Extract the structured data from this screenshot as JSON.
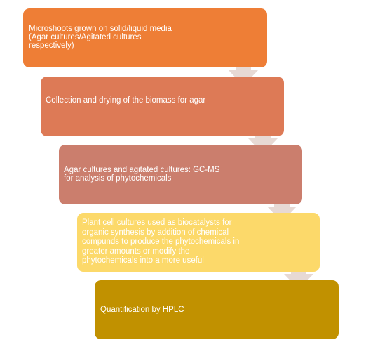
{
  "steps": [
    {
      "lines": [
        "Microshoots grown on solid/liquid media",
        "(Agar cultures/Agitated cultures",
        "respectively)"
      ],
      "color": "#EE7E36"
    },
    {
      "lines": [
        "Collection and drying of the biomass for agar"
      ],
      "color": "#DD7A56"
    },
    {
      "lines": [
        "Agar cultures and agitated cultures: GC-MS",
        "for analysis of phytochemicals"
      ],
      "color": "#CB7E6D"
    },
    {
      "lines": [
        "Plant cell cultures used as biocatalysts for",
        "organic synthesis by addition of chemical",
        "compunds  to produce the phytochemicals in",
        "greater amounts or modify  the",
        "phytochemicals into a more useful"
      ],
      "color": "#FCD96A"
    },
    {
      "lines": [
        "Quantification by HPLC"
      ],
      "color": "#C19100"
    }
  ],
  "arrow_color": "#E7D9D4"
}
